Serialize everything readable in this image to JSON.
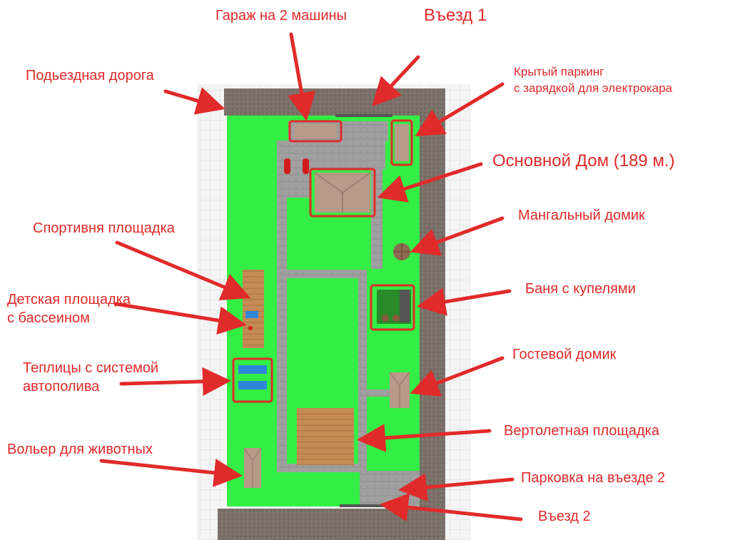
{
  "labels": {
    "garage": "Гараж на 2 машины",
    "entry1": "Въезд 1",
    "access_road": "Подьездная дорога",
    "covered_parking_1": "Крытый паркинг",
    "covered_parking_2": "с зарядкой для электрокара",
    "main_house": "Основной Дом (189 м.)",
    "bbq_house": "Мангальный домик",
    "sports_ground": "Спортивня площадка",
    "kids_ground_1": "Детская площадка",
    "kids_ground_2": "с бассеином",
    "sauna": "Баня с купелями",
    "guest_house": "Гостевой домик",
    "greenhouses_1": "Теплицы с системой",
    "greenhouses_2": "автополива",
    "helipad": "Вертолетная площадка",
    "animal_enclosure": "Вольер для животных",
    "parking_entry2": "Парковка на въезде 2",
    "entry2": "Въезд 2"
  },
  "colors": {
    "label": "#e12a2a",
    "lawn": "#33ee44",
    "paving": "#9a9a9a",
    "road": "#7a6e66",
    "roof": "#b79a88",
    "highlight": "#e12a2a",
    "deck": "#c08a55",
    "water": "#2f86d8"
  }
}
